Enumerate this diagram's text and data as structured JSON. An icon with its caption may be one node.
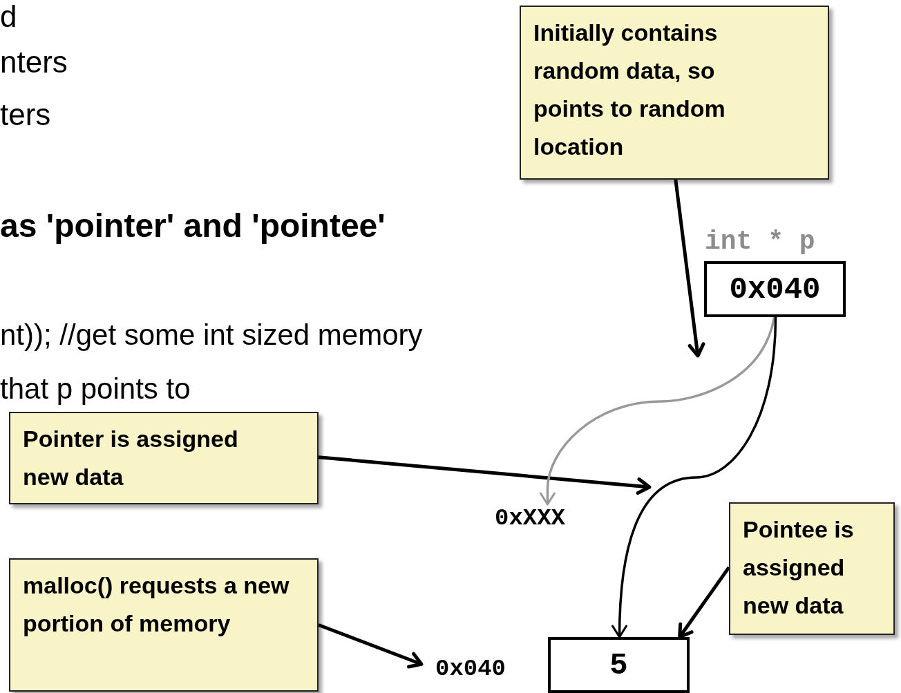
{
  "diagram": {
    "nodes": [
      {
        "text": [
          "Initially contains random data, so points to random location"
        ]
      },
      {
        "text": [
          "0x040"
        ],
        "beside": [
          "int * p"
        ]
      },
      {
        "text": [
          "Pointer is assigned new data"
        ]
      },
      {
        "text": [
          "0xXXX"
        ]
      },
      {
        "text": [
          "malloc() requests a new portion of memory"
        ]
      },
      {
        "text": [
          "0x040"
        ]
      },
      {
        "text": [
          "5"
        ]
      },
      {
        "text": [
          "Pointee is assigned new data"
        ]
      }
    ],
    "edges": [
      {
        "from": 0,
        "to": null,
        "arrow": "to"
      },
      {
        "from": 2,
        "to": null,
        "arrow": "to"
      },
      {
        "from": 1,
        "to": 3,
        "arrow": "to",
        "color": "#999999"
      },
      {
        "from": 1,
        "to": 6,
        "arrow": "to"
      },
      {
        "from": 4,
        "to": 5,
        "arrow": "to"
      },
      {
        "from": 7,
        "to": 6,
        "arrow": "to"
      }
    ],
    "labels": [
      "d",
      "nters",
      "ters",
      "as 'pointer' and 'pointee'",
      "nt)); //get some int sized memory",
      "that p points to"
    ]
  }
}
